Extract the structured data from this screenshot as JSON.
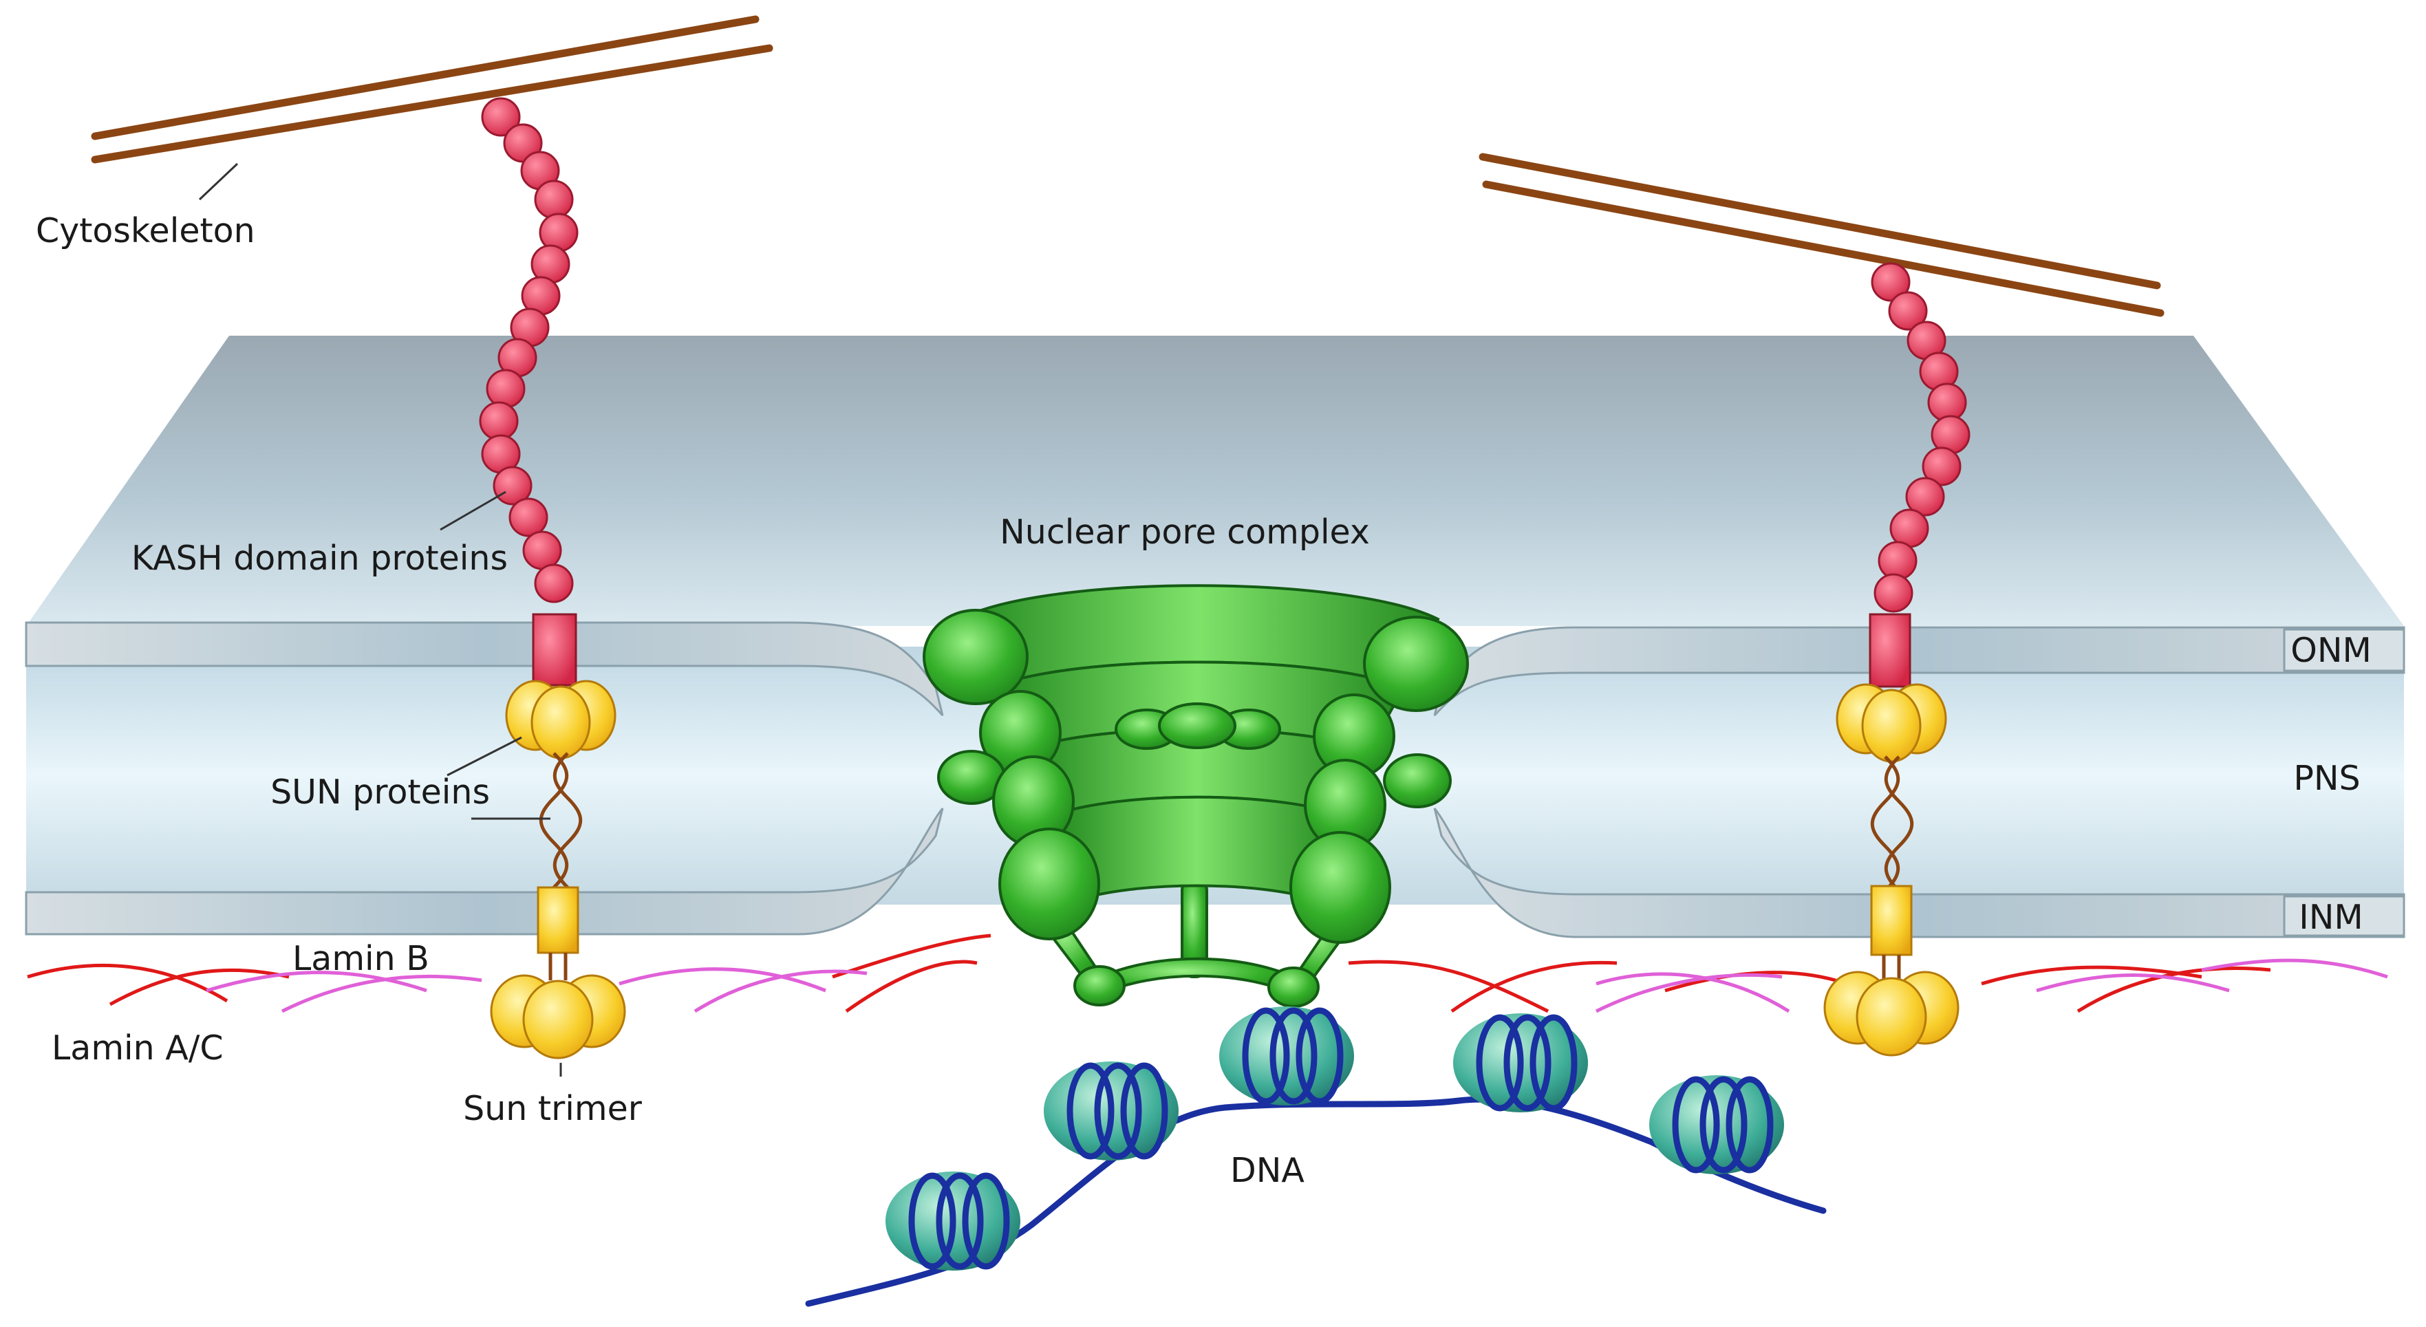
{
  "labels": {
    "cytoskeleton": "Cytoskeleton",
    "kash": "KASH domain proteins",
    "sun_proteins": "SUN proteins",
    "lamin_b": "Lamin B",
    "lamin_ac": "Lamin A/C",
    "sun_trimer": "Sun trimer",
    "npc": "Nuclear pore complex",
    "dna": "DNA",
    "onm": "ONM",
    "pns": "PNS",
    "inm": "INM"
  },
  "colors": {
    "actin": "#8B4513",
    "kash": "#E23A5A",
    "sun": "#F5C518",
    "npc": "#2FA82F",
    "lamin_a": "#E01818",
    "lamin_b": "#E060D8",
    "dna": "#1A2FA0",
    "nucleosome": "#2E9C8C",
    "membrane": "#B7C9D3"
  }
}
